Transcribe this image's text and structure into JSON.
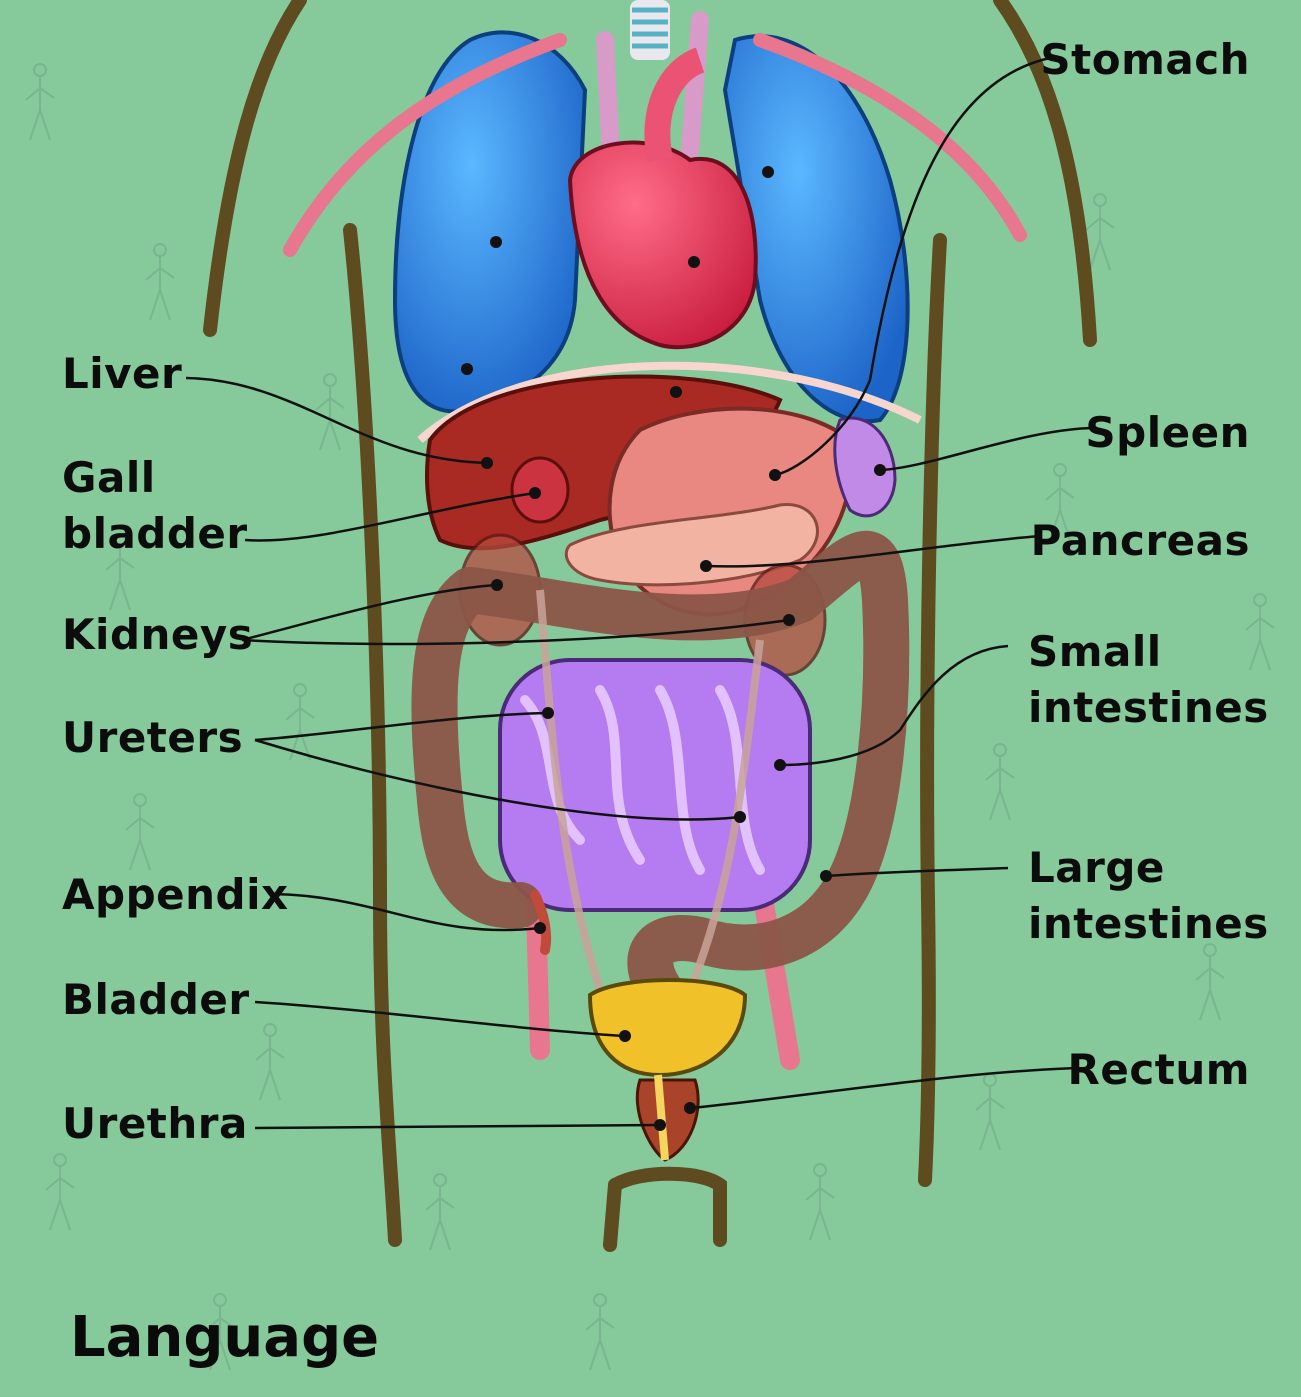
{
  "labels": {
    "stomach": "Stomach",
    "liver": "Liver",
    "gall_line1": "Gall",
    "gall_line2": "bladder",
    "spleen": "Spleen",
    "pancreas": "Pancreas",
    "kidneys": "Kidneys",
    "small_line1": "Small",
    "small_line2": "intestines",
    "ureters": "Ureters",
    "appendix": "Appendix",
    "large_line1": "Large",
    "large_line2": "intestines",
    "bladder": "Bladder",
    "rectum": "Rectum",
    "urethra": "Urethra"
  },
  "footer": {
    "word": "Language"
  },
  "colors": {
    "background": "#86c99a",
    "body_outline": "#5a3d12",
    "lungs": "#2a7fd6",
    "heart": "#e0304f",
    "liver": "#a92a22",
    "stomach": "#e98880",
    "spleen": "#b57de0",
    "large_intestine": "#8b5548",
    "small_intestine": "#b57bf0",
    "bladder": "#f1c12a",
    "vessels": "#e8768e",
    "label_text": "#0c0c0c"
  }
}
